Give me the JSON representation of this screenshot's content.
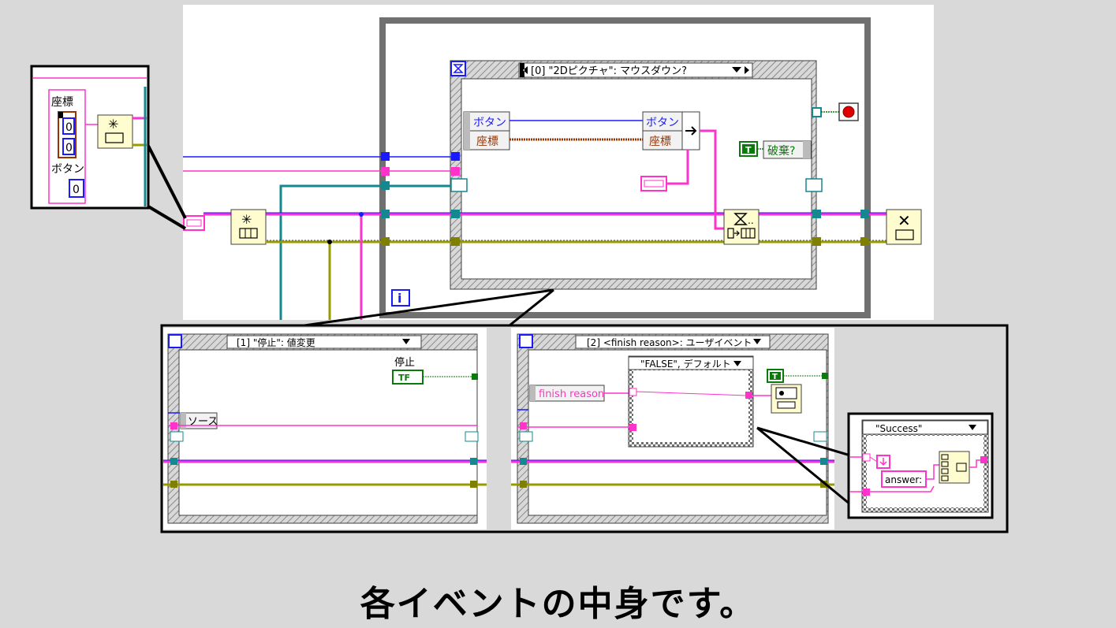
{
  "main_event": {
    "selector": "[0] \"2Dピクチャ\": マウスダウン?",
    "button_label": "ボタン",
    "coord_label": "座標",
    "button_label_2": "ボタン",
    "coord_label_2": "座標",
    "discard_label": "破棄?",
    "true_const": "T",
    "iteration": "i"
  },
  "zoom_inset": {
    "coord_label": "座標",
    "val1": "0",
    "val2": "0",
    "button_label": "ボタン",
    "button_val": "0"
  },
  "stop_event": {
    "selector": "[1] \"停止\": 値変更",
    "stop_label": "停止",
    "tf_label": "TF",
    "source_label": "ソース"
  },
  "user_event": {
    "selector": "[2] <finish reason>: ユーザイベント",
    "case_selector": "\"FALSE\", デフォルト",
    "finish_reason": "finish reason",
    "true_const": "T"
  },
  "success_inset": {
    "case_selector": "\"Success\"",
    "answer_label": "answer:"
  },
  "caption": "各イベントの中身です。",
  "colors": {
    "pink_wire": "#ff33cc",
    "blue_wire": "#1a1aff",
    "teal_wire": "#13888f",
    "yellow_wire": "#999900",
    "frame_gray": "#707070",
    "case_border": "#404040"
  }
}
